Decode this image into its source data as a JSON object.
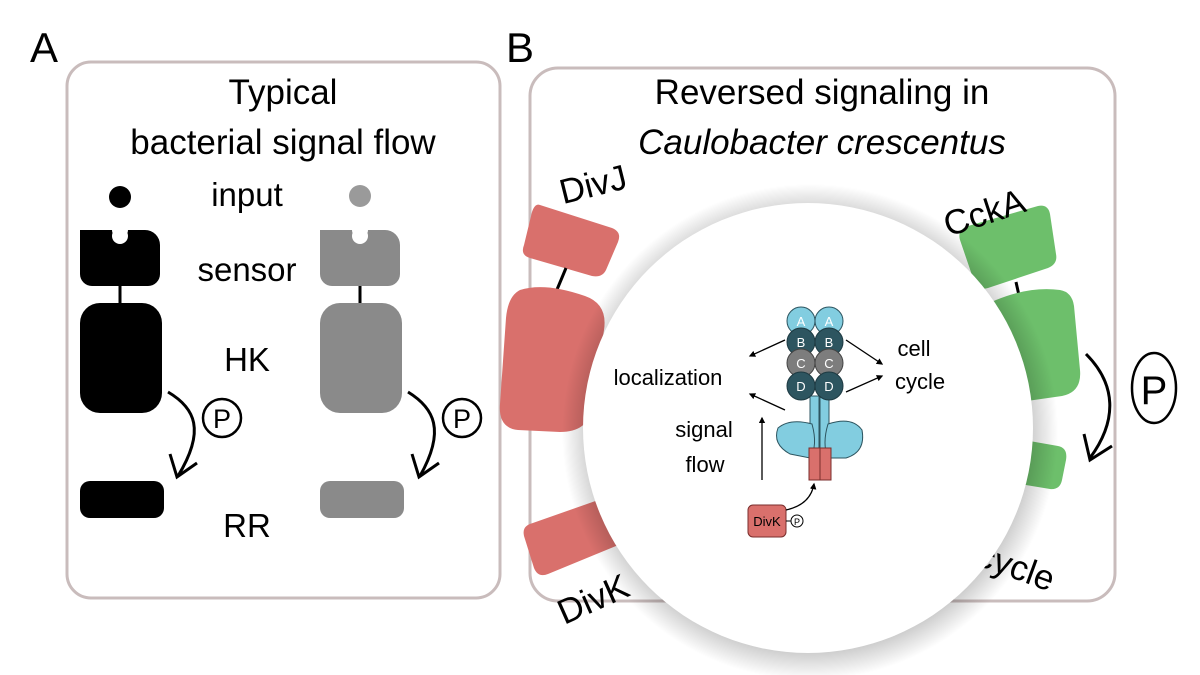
{
  "panel_a": {
    "letter": "A",
    "title_line1": "Typical",
    "title_line2": "bacterial signal flow",
    "label_input": "input",
    "label_sensor": "sensor",
    "label_hk": "HK",
    "label_rr": "RR",
    "phospho_left": "P",
    "phospho_right": "P"
  },
  "panel_b": {
    "letter": "B",
    "title_line1": "Reversed signaling in",
    "title_line2": "Caulobacter crescentus",
    "label_divj": "DivJ",
    "label_ccka": "CckA",
    "label_divk": "DivK",
    "label_cellcycle_cut": "ell-cycle",
    "phospho": "P",
    "inset": {
      "domain_a_left": "A",
      "domain_a_right": "A",
      "domain_b_left": "B",
      "domain_b_right": "B",
      "domain_c_left": "C",
      "domain_c_right": "C",
      "domain_d_left": "D",
      "domain_d_right": "D",
      "label_localization": "localization",
      "label_cell": "cell",
      "label_cycle": "cycle",
      "label_signal": "signal",
      "label_flow": "flow",
      "label_divk": "DivK",
      "phospho_small": "P"
    }
  },
  "colors": {
    "frame": "#c9bcbc",
    "black": "#000000",
    "gray": "#8a8a8a",
    "gray_input": "#9a9a9a",
    "red": "#d9706c",
    "green": "#6dbf6b",
    "light_blue": "#82cde0",
    "dark_teal": "#2d5560",
    "mid_gray": "#7d7d7d"
  }
}
